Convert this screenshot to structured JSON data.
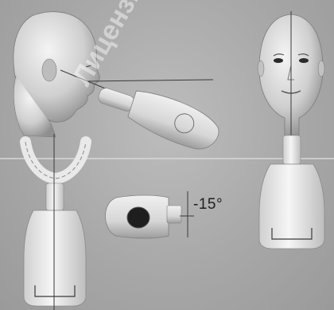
{
  "panels": [
    {
      "id": "profile-with-handpiece"
    },
    {
      "id": "frontal-face"
    },
    {
      "id": "tooth-arch-with-handpiece-top"
    },
    {
      "id": "handpiece-end-view"
    },
    {
      "id": "handpiece-back-view"
    }
  ],
  "annotation": {
    "angle_label": "-15°"
  },
  "watermark": {
    "text": "Лицензия Получена",
    "opacity": 0.45
  },
  "colors": {
    "background": "#a9a9a9",
    "object_fill": "#e6e6e6",
    "line": "#3a3a3a",
    "divider": "#d8d8d8"
  }
}
